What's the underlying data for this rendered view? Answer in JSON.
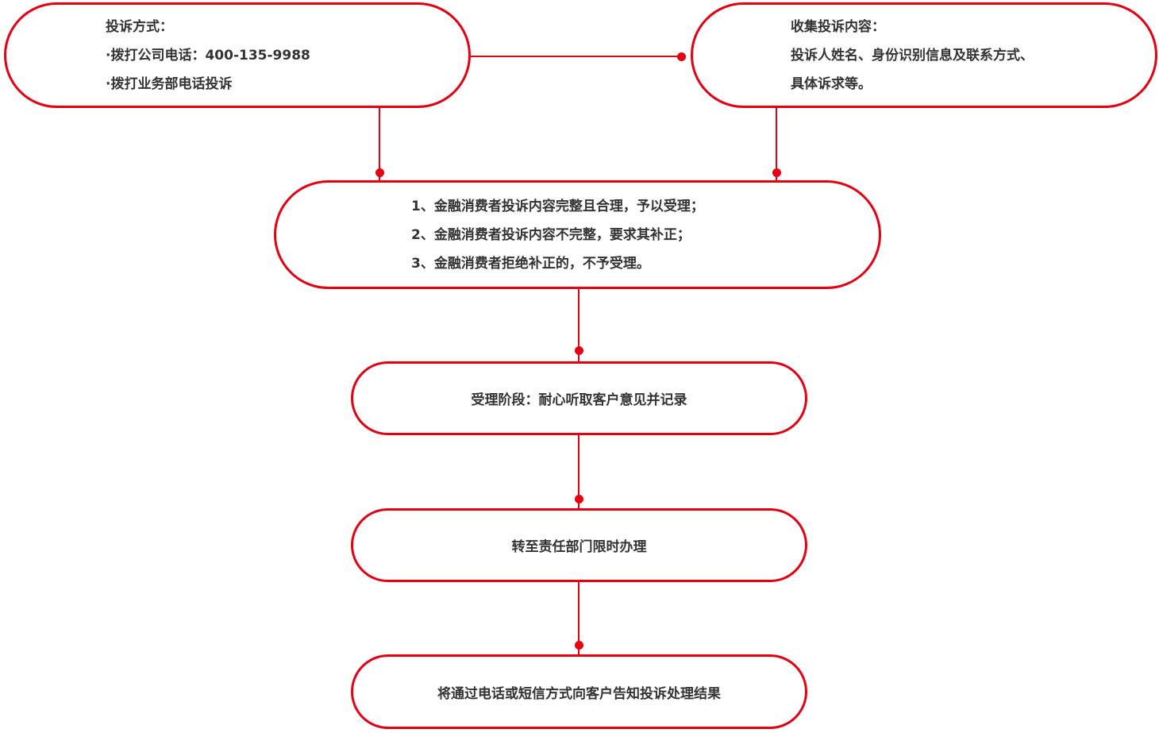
{
  "colors": {
    "accent_red": "#e60012",
    "text": "#333333",
    "background": "#ffffff"
  },
  "nodes": {
    "complaint_methods": {
      "lines": [
        "投诉方式：",
        "·拨打公司电话：400-135-9988",
        "·拨打业务部电话投诉"
      ]
    },
    "collect_content": {
      "lines": [
        "收集投诉内容：",
        "投诉人姓名、身份识别信息及联系方式、",
        "具体诉求等。"
      ]
    },
    "acceptance_rules": {
      "lines": [
        "1、金融消费者投诉内容完整且合理，予以受理；",
        "2、金融消费者投诉内容不完整，要求其补正；",
        "3、金融消费者拒绝补正的，不予受理。"
      ]
    },
    "acceptance_stage": {
      "label": "受理阶段：耐心听取客户意见并记录"
    },
    "transfer_department": {
      "label": "转至责任部门限时办理"
    },
    "notify_result": {
      "label": "将通过电话或短信方式向客户告知投诉处理结果"
    }
  }
}
